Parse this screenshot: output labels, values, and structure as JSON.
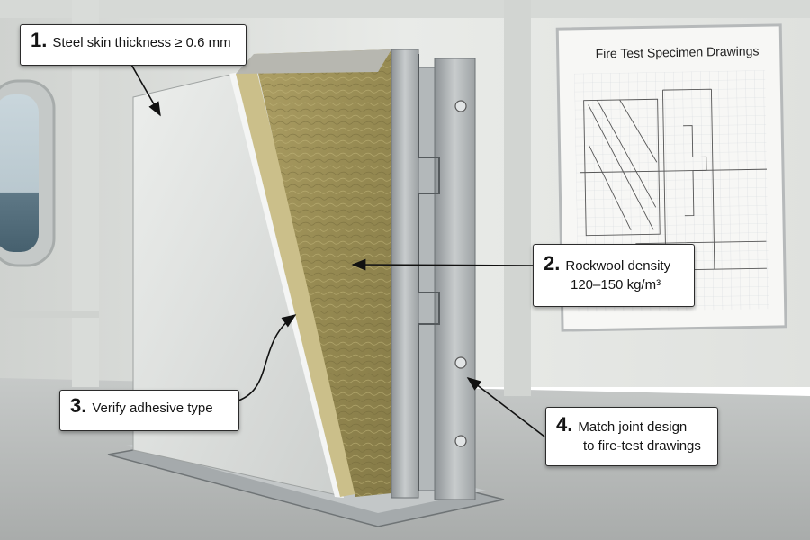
{
  "callouts": [
    {
      "number": "1.",
      "lines": [
        "Steel skin thickness ≥ 0.6 mm"
      ]
    },
    {
      "number": "2.",
      "lines": [
        "Rockwool density",
        "120–150 kg/m³"
      ]
    },
    {
      "number": "3.",
      "lines": [
        "Verify adhesive type"
      ]
    },
    {
      "number": "4.",
      "lines": [
        "Match joint design",
        "to fire-test drawings"
      ]
    }
  ],
  "board": {
    "title": "Fire Test Specimen Drawings"
  },
  "colors": {
    "wall": "#e4e6e3",
    "floor": "#b9bcbb",
    "steel_skin": "#dadddb",
    "rockwool": "#9c8f55",
    "board_frame": "#f7f7f5",
    "callout_border": "#2b2b2b"
  }
}
